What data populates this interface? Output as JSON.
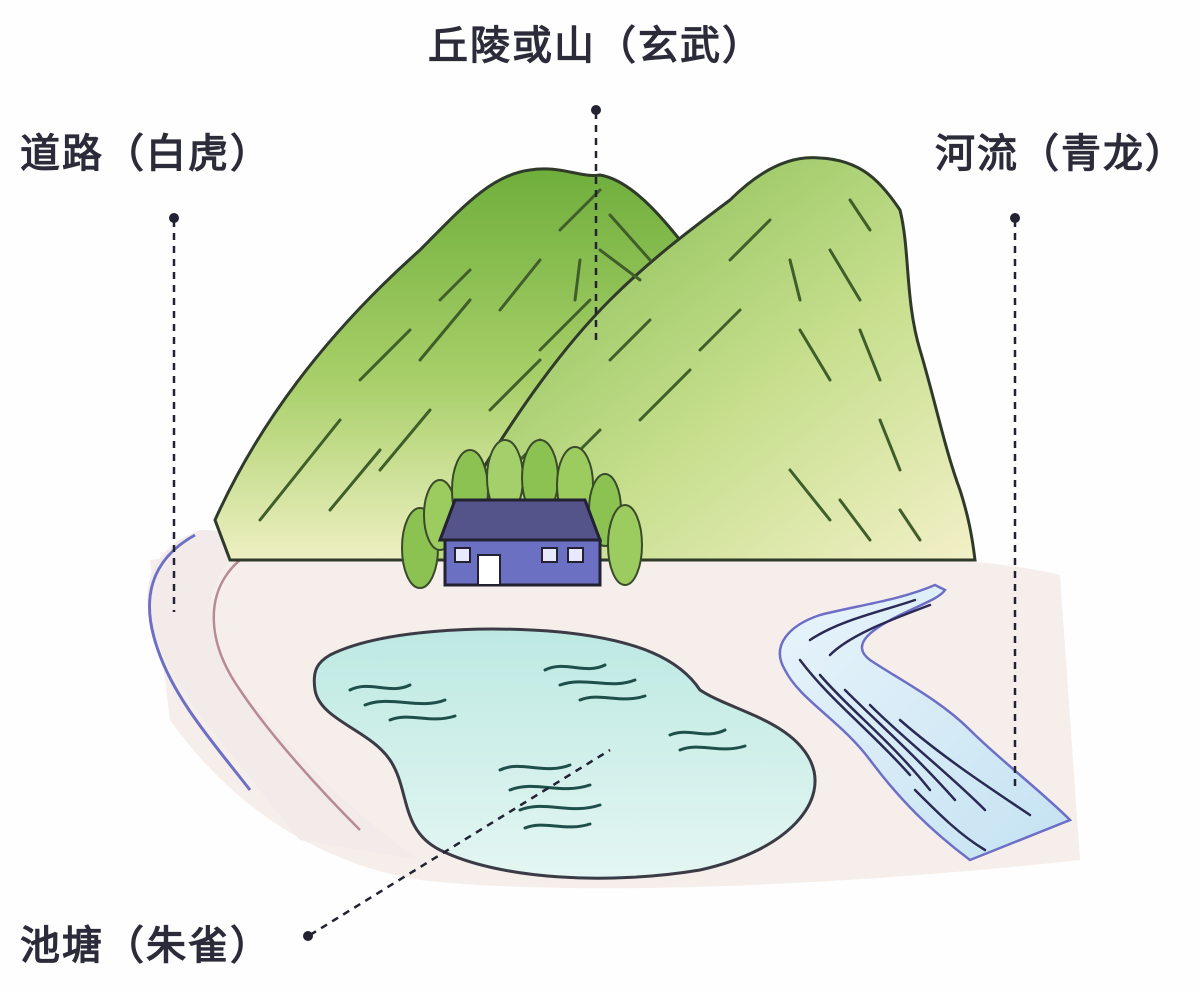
{
  "labels": {
    "mountain": "丘陵或山（玄武）",
    "road": "道路（白虎）",
    "river": "河流（青龙）",
    "pond": "池塘（朱雀）"
  },
  "colors": {
    "mountain_green": "#7fb54a",
    "mountain_dark": "#5e9a34",
    "ground": "#f4ece8",
    "pond_water": "#cfeee8",
    "river_water": "#d6ecf6",
    "house_roof": "#5b5a8e",
    "house_wall": "#6f73c4",
    "tree_green": "#8cc252",
    "ink": "#222233"
  }
}
